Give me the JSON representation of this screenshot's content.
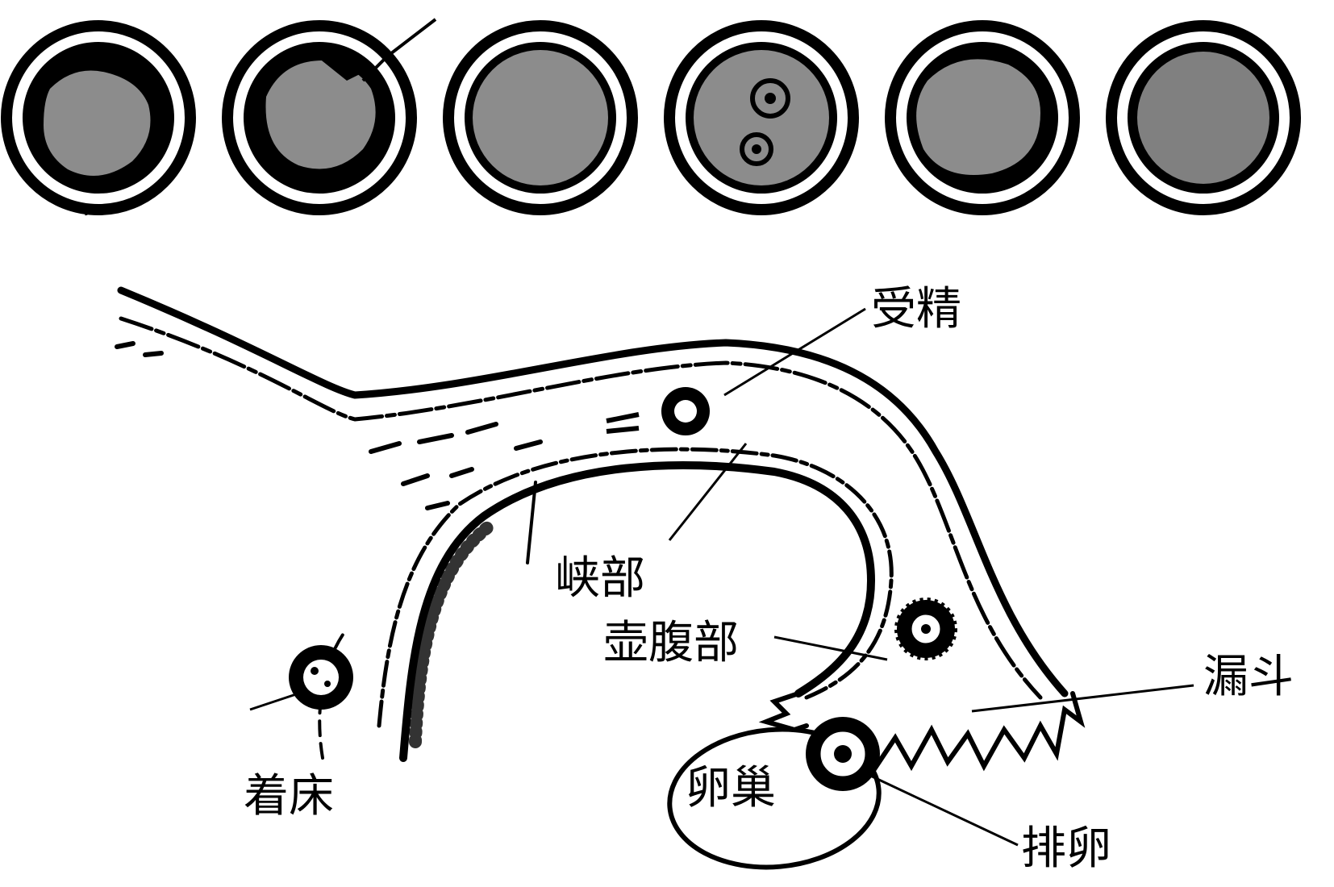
{
  "labels": {
    "fertilization": "受精",
    "isthmus": "峡部",
    "ampulla": "壶腹部",
    "infundibulum": "漏斗",
    "implantation": "着床",
    "ovary": "卵巢",
    "ovulation": "排卵"
  },
  "colors": {
    "ink": "#000000",
    "paper": "#ffffff"
  },
  "top_row_cells": [
    "cell-stage-1",
    "cell-stage-2",
    "cell-stage-3",
    "cell-stage-4",
    "cell-stage-5",
    "cell-stage-6"
  ]
}
